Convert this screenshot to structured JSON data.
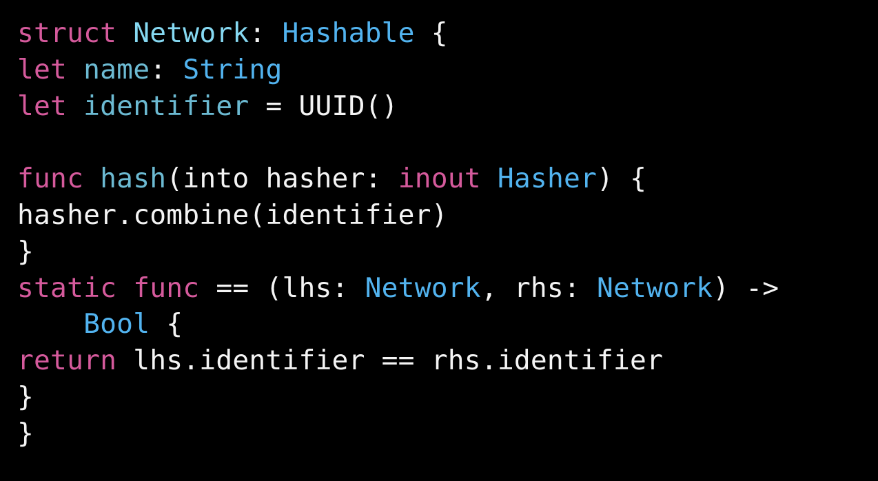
{
  "language": "swift",
  "colors": {
    "keyword": "#d55a9c",
    "declaration": "#86d9f2",
    "property": "#6cbad2",
    "type": "#52b3ef",
    "plain": "#f4f4f4",
    "background": "#000000"
  },
  "code_lines": [
    [
      [
        "kw",
        "struct"
      ],
      [
        "plain",
        " "
      ],
      [
        "decl",
        "Network"
      ],
      [
        "plain",
        ": "
      ],
      [
        "type",
        "Hashable"
      ],
      [
        "plain",
        " {"
      ]
    ],
    [
      [
        "kw",
        "let"
      ],
      [
        "plain",
        " "
      ],
      [
        "prop",
        "name"
      ],
      [
        "plain",
        ": "
      ],
      [
        "type",
        "String"
      ]
    ],
    [
      [
        "kw",
        "let"
      ],
      [
        "plain",
        " "
      ],
      [
        "prop",
        "identifier"
      ],
      [
        "plain",
        " = UUID()"
      ]
    ],
    [],
    [
      [
        "kw",
        "func"
      ],
      [
        "plain",
        " "
      ],
      [
        "func",
        "hash"
      ],
      [
        "plain",
        "(into hasher: "
      ],
      [
        "kw",
        "inout"
      ],
      [
        "plain",
        " "
      ],
      [
        "type",
        "Hasher"
      ],
      [
        "plain",
        ") {"
      ]
    ],
    [
      [
        "plain",
        "hasher.combine(identifier)"
      ]
    ],
    [
      [
        "plain",
        "}"
      ]
    ],
    [
      [
        "kw",
        "static"
      ],
      [
        "plain",
        " "
      ],
      [
        "kw",
        "func"
      ],
      [
        "plain",
        " == (lhs: "
      ],
      [
        "type",
        "Network"
      ],
      [
        "plain",
        ", rhs: "
      ],
      [
        "type",
        "Network"
      ],
      [
        "plain",
        ") ->"
      ]
    ],
    [
      [
        "plain",
        "    "
      ],
      [
        "type",
        "Bool"
      ],
      [
        "plain",
        " {"
      ]
    ],
    [
      [
        "kw",
        "return"
      ],
      [
        "plain",
        " lhs.identifier == rhs.identifier"
      ]
    ],
    [
      [
        "plain",
        "}"
      ]
    ],
    [
      [
        "plain",
        "}"
      ]
    ]
  ]
}
